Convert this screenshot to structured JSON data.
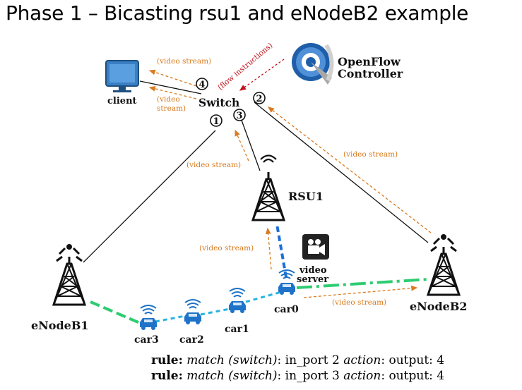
{
  "title": "Phase 1 – Bicasting rsu1 and eNodeB2 example",
  "nodes": {
    "client": "client",
    "switch": "Switch",
    "controller_line1": "OpenFlow",
    "controller_line2": "Controller",
    "rsu": "RSU1",
    "enodeb1": "eNodeB1",
    "enodeb2": "eNodeB2",
    "video_server_line1": "video",
    "video_server_line2": "server",
    "car0": "car0",
    "car1": "car1",
    "car2": "car2",
    "car3": "car3"
  },
  "ports": {
    "p1": "1",
    "p2": "2",
    "p3": "3",
    "p4": "4"
  },
  "annotations": {
    "flow_instructions": "(flow instructions)",
    "video_stream": "(video stream)",
    "video": "(video",
    "stream": "stream)"
  },
  "rules": [
    {
      "rule": "rule:",
      "match": "match (switch)",
      "port_text": ": in_port 2 ",
      "action": "action",
      "output_text": ": output: 4"
    },
    {
      "rule": "rule:",
      "match": "match (switch)",
      "port_text": ": in_port 3 ",
      "action": "action",
      "output_text": ": output: 4"
    }
  ],
  "colors": {
    "stream_orange": "#d97a1e",
    "flow_red": "#c0141a",
    "link_green": "#2ecc71",
    "link_blue": "#1e6fd6",
    "link_cyan": "#27b3e0",
    "monitor_blue": "#3a7fc4"
  }
}
